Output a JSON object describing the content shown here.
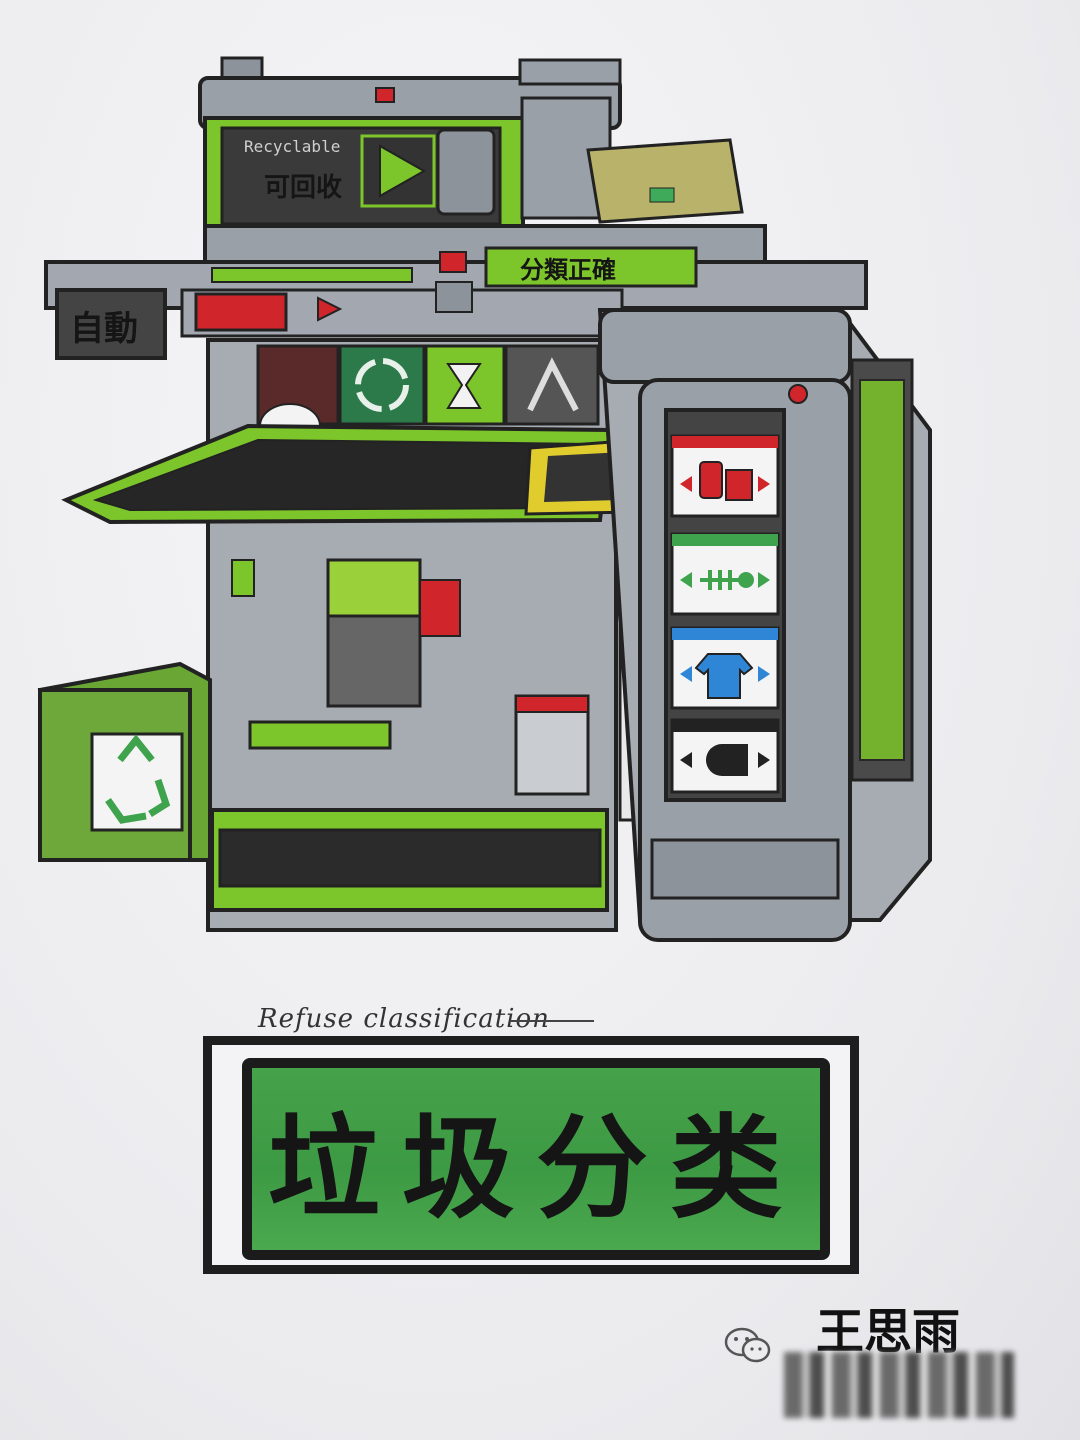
{
  "drawing": {
    "panel_recyclable_en": "Recyclable",
    "panel_recyclable_cn": "可回收",
    "panel_classify": "分類正確",
    "panel_auto": "自動",
    "recycle_icon": "recycle-icon",
    "category_icons": [
      "bottle-icon",
      "fishbone-icon",
      "shirt-icon",
      "toilet-paper-icon"
    ],
    "colors": {
      "green": "#7cc52a",
      "dark_green": "#3f9a45",
      "gray": "#9aa0a8",
      "dark": "#2b2b2b",
      "red": "#d0262b",
      "blue": "#2f86d6",
      "yellow": "#d8c52a"
    }
  },
  "caption": "Refuse classification",
  "title": "垃圾分类",
  "author": "王思雨",
  "watermark_icon": "wechat-icon"
}
